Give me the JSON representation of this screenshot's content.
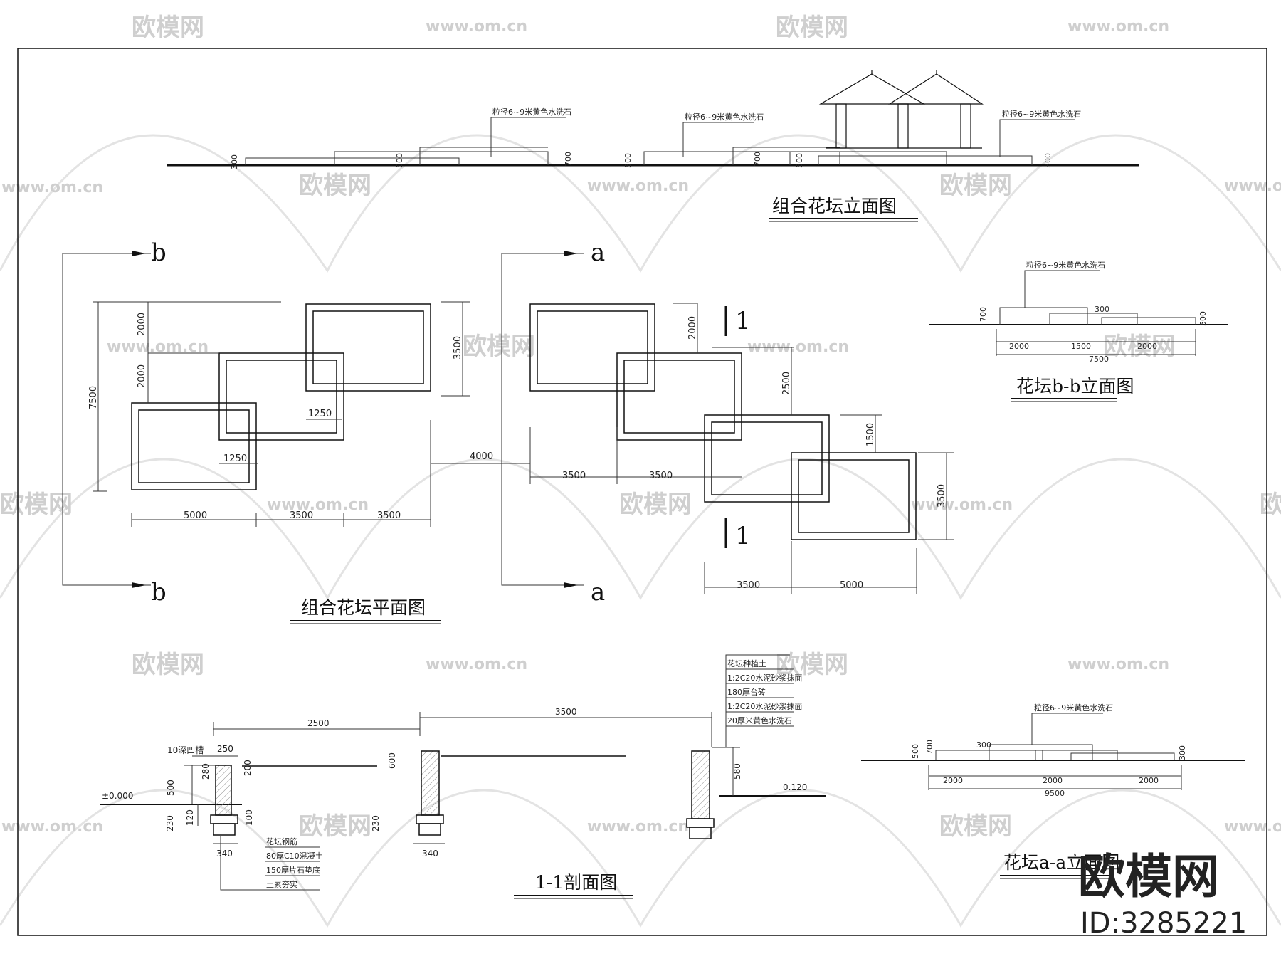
{
  "titles": {
    "elevation_combo": "组合花坛立面图",
    "plan": "组合花坛平面图",
    "elev_bb": "花坛b-b立面图",
    "section": "1-1剖面图",
    "elev_aa": "花坛a-a立面图"
  },
  "section_marks": {
    "b": "b",
    "a": "a",
    "one": "1"
  },
  "elevation_combo": {
    "note1": "粒径6~9米黄色水洗石",
    "note2": "粒径6~9米黄色水洗石",
    "note3": "粒径6~9米黄色水洗石",
    "h300a": "300",
    "h500a": "500",
    "h700a": "700",
    "h500b": "500",
    "h700b": "700",
    "h500c": "500",
    "h300b": "300"
  },
  "plan_left": {
    "d2000a": "2000",
    "d2000b": "2000",
    "d7500": "7500",
    "d3500": "3500",
    "d1250a": "1250",
    "d1250b": "1250",
    "d4000": "4000",
    "d5000": "5000",
    "d3500b": "3500",
    "d3500c": "3500"
  },
  "plan_right": {
    "d2000": "2000",
    "d2500": "2500",
    "d1500": "1500",
    "d3500v": "3500",
    "d3500a": "3500",
    "d3500b": "3500",
    "d3500c": "3500",
    "d5000": "5000"
  },
  "elev_bb": {
    "note": "粒径6~9米黄色水洗石",
    "d2000": "2000",
    "d1500": "1500",
    "d2000b": "2000",
    "d7500": "7500",
    "h700": "700",
    "h300": "300",
    "h500": "500"
  },
  "section": {
    "d2500": "2500",
    "d3500": "3500",
    "groove": "10深凹槽",
    "d250": "250",
    "d280": "280",
    "d200": "200",
    "d500": "500",
    "d600": "600",
    "d230a": "230",
    "d120": "120",
    "d100": "100",
    "d230b": "230",
    "d580": "580",
    "d340a": "340",
    "d340b": "340",
    "elev0": "±0.000",
    "elev120": "0.120",
    "legend_top": [
      "花坛种植土",
      "1:2C20水泥砂浆抹面",
      "180厚台砖",
      "1:2C20水泥砂浆抹面",
      "20厚米黄色水洗石"
    ],
    "legend_bottom": [
      "花坛钢筋",
      "80厚C10混凝土",
      "150厚片石垫底",
      "土素夯实"
    ]
  },
  "elev_aa": {
    "note": "粒径6~9米黄色水洗石",
    "d2000a": "2000",
    "d2000b": "2000",
    "d2000c": "2000",
    "d9500": "9500",
    "h500": "500",
    "h300": "300",
    "h700": "700",
    "h300b": "300"
  },
  "watermark": {
    "brand": "欧模网",
    "url": "www.om.cn"
  },
  "stamp": {
    "brand": "欧模网",
    "id": "ID:3285221"
  }
}
